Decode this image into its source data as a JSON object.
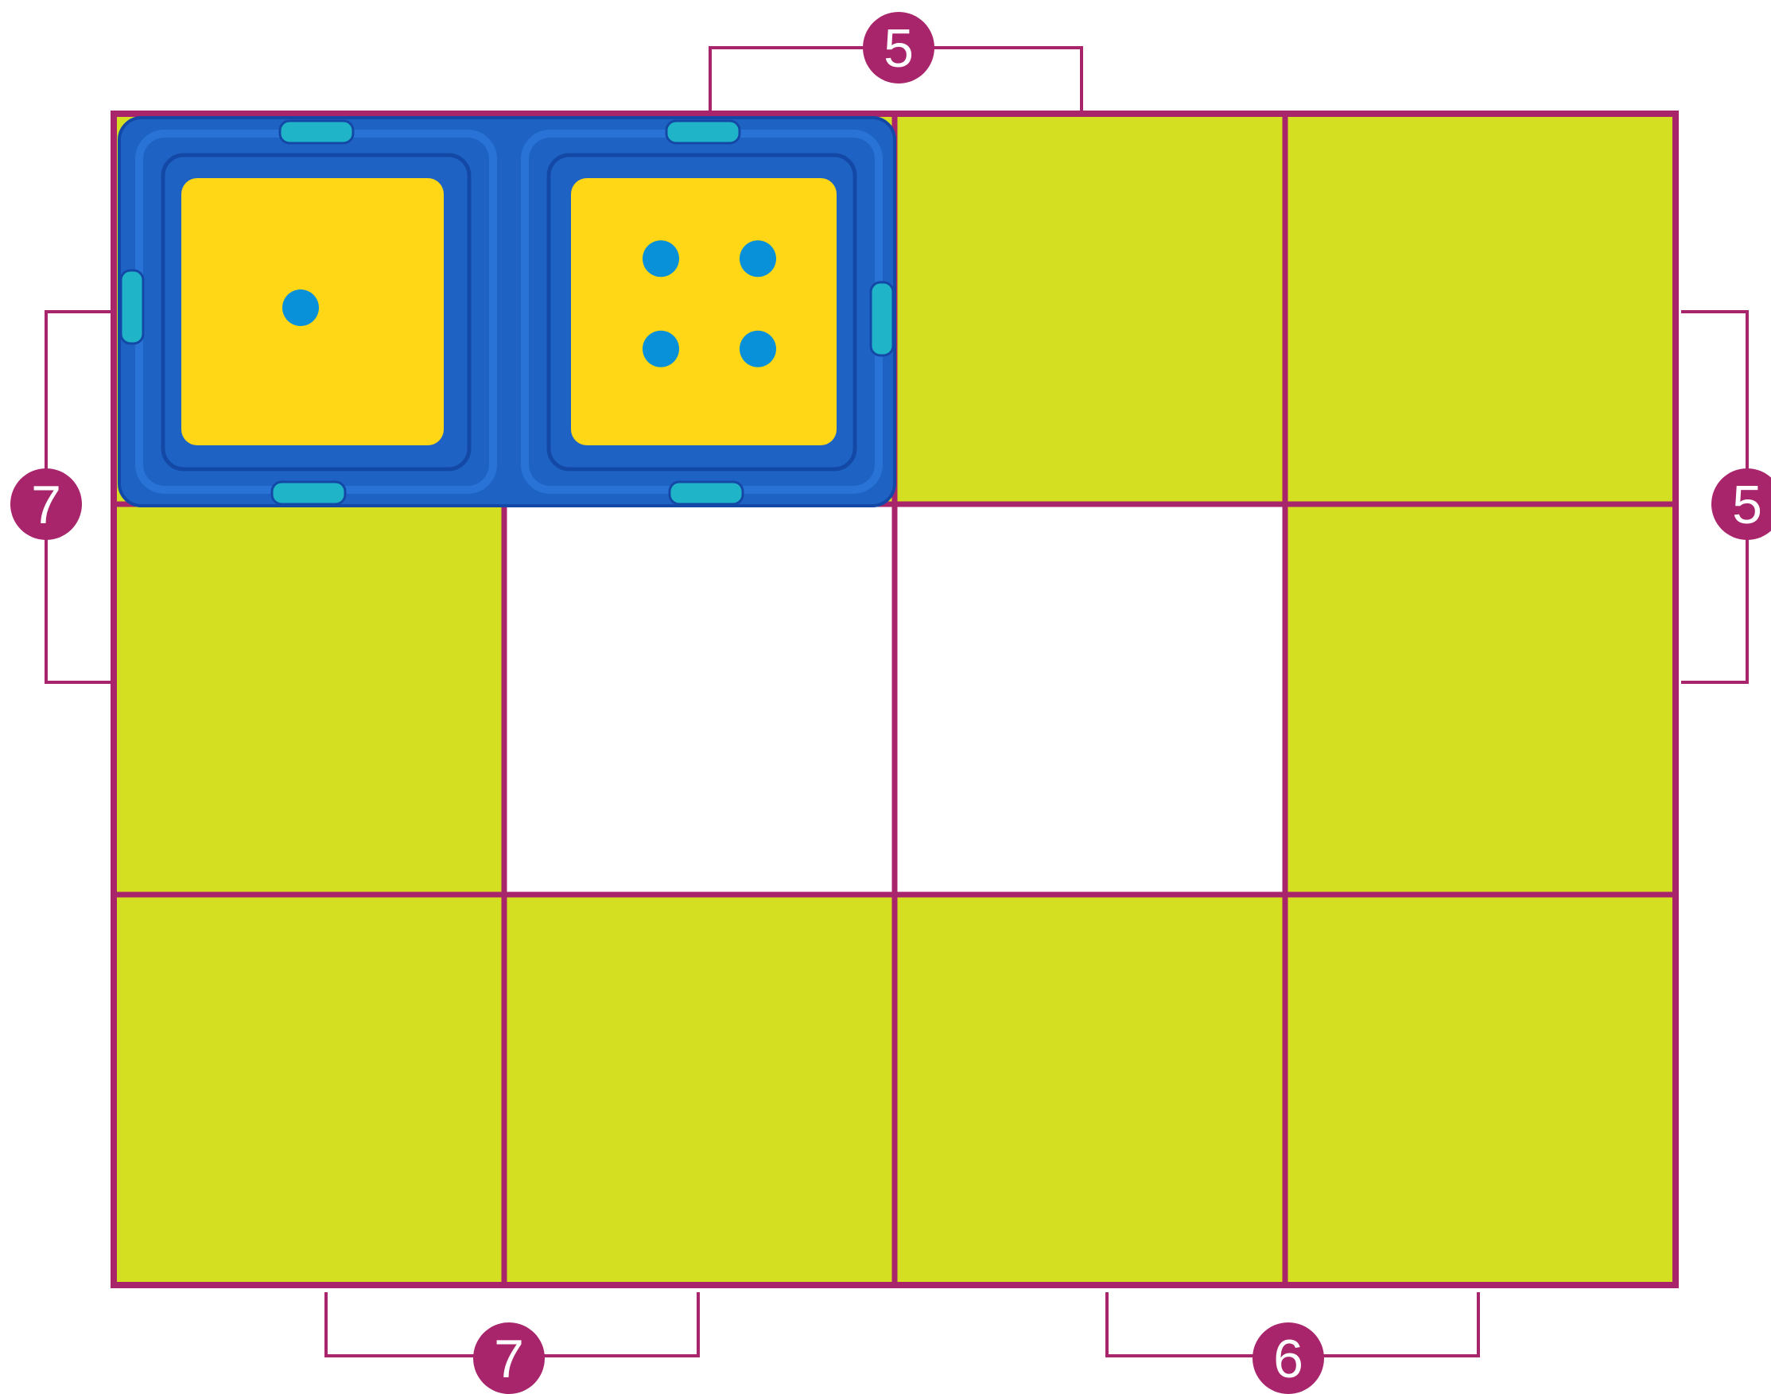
{
  "colors": {
    "frame": "#A8256B",
    "tile": "#D5DF22",
    "hole": "#FFFFFF",
    "piece_blue": "#1E63C4",
    "piece_blue_dark": "#1448A6",
    "die_face": "#FFD717",
    "pip": "#0891D8",
    "clip": "#1FB4C8"
  },
  "grid": {
    "rows": 3,
    "cols": 4,
    "empty_cells": [
      [
        1,
        1
      ],
      [
        1,
        2
      ]
    ]
  },
  "domino": {
    "left_pips": 1,
    "right_pips": 4
  },
  "badges": [
    {
      "id": "top",
      "text": "5"
    },
    {
      "id": "left",
      "text": "7"
    },
    {
      "id": "right",
      "text": "5"
    },
    {
      "id": "bottom-left",
      "text": "7"
    },
    {
      "id": "bottom-right",
      "text": "6"
    }
  ]
}
